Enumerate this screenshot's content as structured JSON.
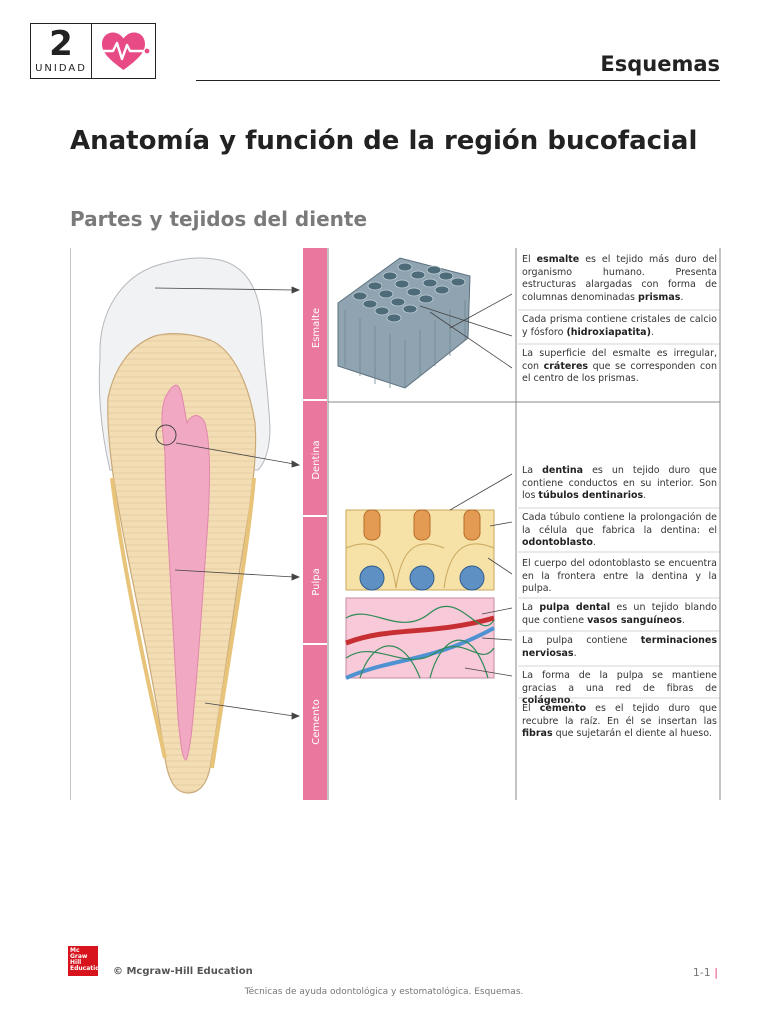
{
  "header": {
    "unit_number": "2",
    "unit_label": "UNIDAD",
    "section": "Esquemas",
    "heart_color": "#e84a86"
  },
  "title": "Anatomía y función de la región bucofacial",
  "subtitle": "Partes y tejidos del diente",
  "figure": {
    "band_color": "#e9779e",
    "band_labels": [
      "Esmalte",
      "Dentina",
      "Pulpa",
      "Cemento"
    ],
    "notes": {
      "esmalte_1": [
        "El ",
        "esmalte",
        " es el tejido más duro del organismo humano. Presenta estructuras alargadas con forma de columnas denominadas ",
        "prismas",
        "."
      ],
      "esmalte_2": [
        "Cada prisma contiene cristales de calcio y fósforo ",
        "(hidroxiapatita)",
        "."
      ],
      "esmalte_3": [
        "La superficie del esmalte es irregular, con ",
        "cráteres",
        " que se corresponden con el centro de los prismas."
      ],
      "dentina_1": [
        "La ",
        "dentina",
        " es un tejido duro que contiene conductos en su interior. Son los ",
        "túbulos dentinarios",
        "."
      ],
      "dentina_2": [
        "Cada túbulo contiene la prolongación de la célula que fabrica la dentina: el ",
        "odontoblasto",
        "."
      ],
      "dentina_3": [
        "El cuerpo del odontoblasto se encuentra en la frontera entre la dentina y la pulpa.",
        "",
        ""
      ],
      "pulpa_1": [
        "La ",
        "pulpa dental",
        " es un tejido blando que contiene ",
        "vasos sanguíneos",
        "."
      ],
      "pulpa_2": [
        "La pulpa contiene ",
        "terminaciones nerviosas",
        "."
      ],
      "pulpa_3": [
        "La forma de la pulpa se mantiene gracias a una red de fibras de ",
        "colágeno",
        "."
      ],
      "cemento_1": [
        "El ",
        "cemento",
        " es el tejido duro que recubre la raíz. En él se insertan las ",
        "fibras",
        " que sujetarán el diente al hueso."
      ]
    }
  },
  "footer": {
    "publisher_logo": "Mc Graw Hill Education",
    "copyright": "© Mcgraw-Hill Education",
    "page": "1-1",
    "page_bar": "|",
    "caption": "Técnicas de ayuda odontológica y estomatológica. Esquemas."
  }
}
